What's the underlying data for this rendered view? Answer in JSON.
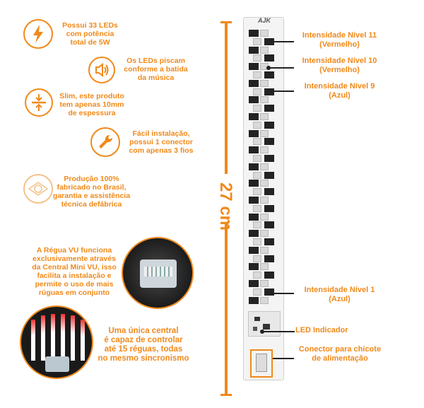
{
  "features": {
    "leds": "Possui 33 LEDs\ncom potência\ntotal de 5W",
    "music": "Os LEDs piscam\nconforme a batida\nda música",
    "slim": "Slim, este produto\ntem apenas 10mm\nde espessura",
    "install": "Fácil instalação,\npossui 1 conector\ncom apenas 3 fios",
    "brazil": "Produção 100%\nfabricado no Brasil,\ngarantia e assistência\ntécnica defábrica",
    "central_mini": "A Régua VU funciona\nexclusivamente através\nda Central Mini VU, isso\nfacilita a instalação e\npermite o uso de mais\nrúguas em conjunto",
    "sync": "Uma única central\né capaz de controlar\naté 15 réguas, todas\nno mesmo sincronismo"
  },
  "dimension": "27 cm",
  "brand": "AJK",
  "annotations": {
    "level11": "Intensidade  Nível 11\n(Vermelho)",
    "level10": "Intensidade  Nível 10\n(Vermelho)",
    "level9": "Intensidade  Nível 9\n(Azul)",
    "level1": "Intensidade  Nível 1\n(Azul)",
    "led_indicator": "LED Indicador",
    "connector": "Conector para chicote\nde alimentação"
  },
  "icons": [
    "lightning-icon",
    "speaker-icon",
    "thickness-icon",
    "wrench-icon",
    "brazil-flag-icon"
  ],
  "colors": {
    "accent": "#f0891a",
    "strip": "#f4f4f4",
    "led_dark": "#232323"
  }
}
